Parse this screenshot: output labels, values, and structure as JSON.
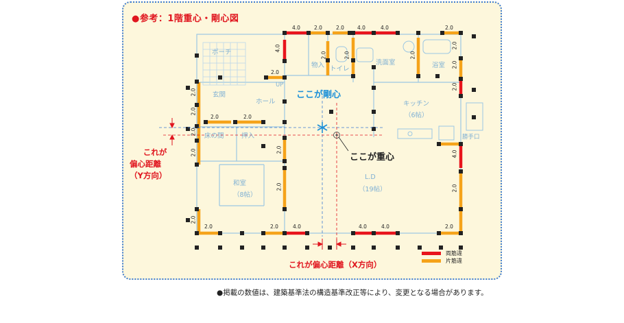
{
  "title": "●参考：1階重心・剛心図",
  "rooms": {
    "porch": "ポーチ",
    "entrance": "玄関",
    "hall": "ホール",
    "storage": "物入",
    "toilet": "トイレ",
    "washroom": "洗面室",
    "bath": "浴室",
    "kitchen": "キッチン",
    "kitchen_size": "（6帖）",
    "ld": "L.D",
    "ld_size": "（19帖）",
    "washitsu": "和室",
    "washitsu_size": "（8帖）",
    "tokonoma": "床の間",
    "oshiire": "押入",
    "katteguchi": "勝手口",
    "up": "UP"
  },
  "callouts": {
    "rigidity": "ここが剛心",
    "gravity": "ここが重心",
    "y_line1": "これが",
    "y_line2": "偏心距離",
    "y_line3": "（Y方向）",
    "x_ecc": "これが偏心距離（X方向）"
  },
  "legend": {
    "double": "両筋違",
    "single": "片筋違",
    "double_color": "#e8141c",
    "single_color": "#f5a31a"
  },
  "dims": {
    "d40": "4.0",
    "d20": "2.0"
  },
  "footnote": "●掲載の数値は、建築基準法の構造基準改正等により、変更となる場合があります。",
  "colors": {
    "red": "#e0161f",
    "blue": "#1a8fd8",
    "orange": "#f5a31a",
    "wall": "#9cc7e3"
  }
}
